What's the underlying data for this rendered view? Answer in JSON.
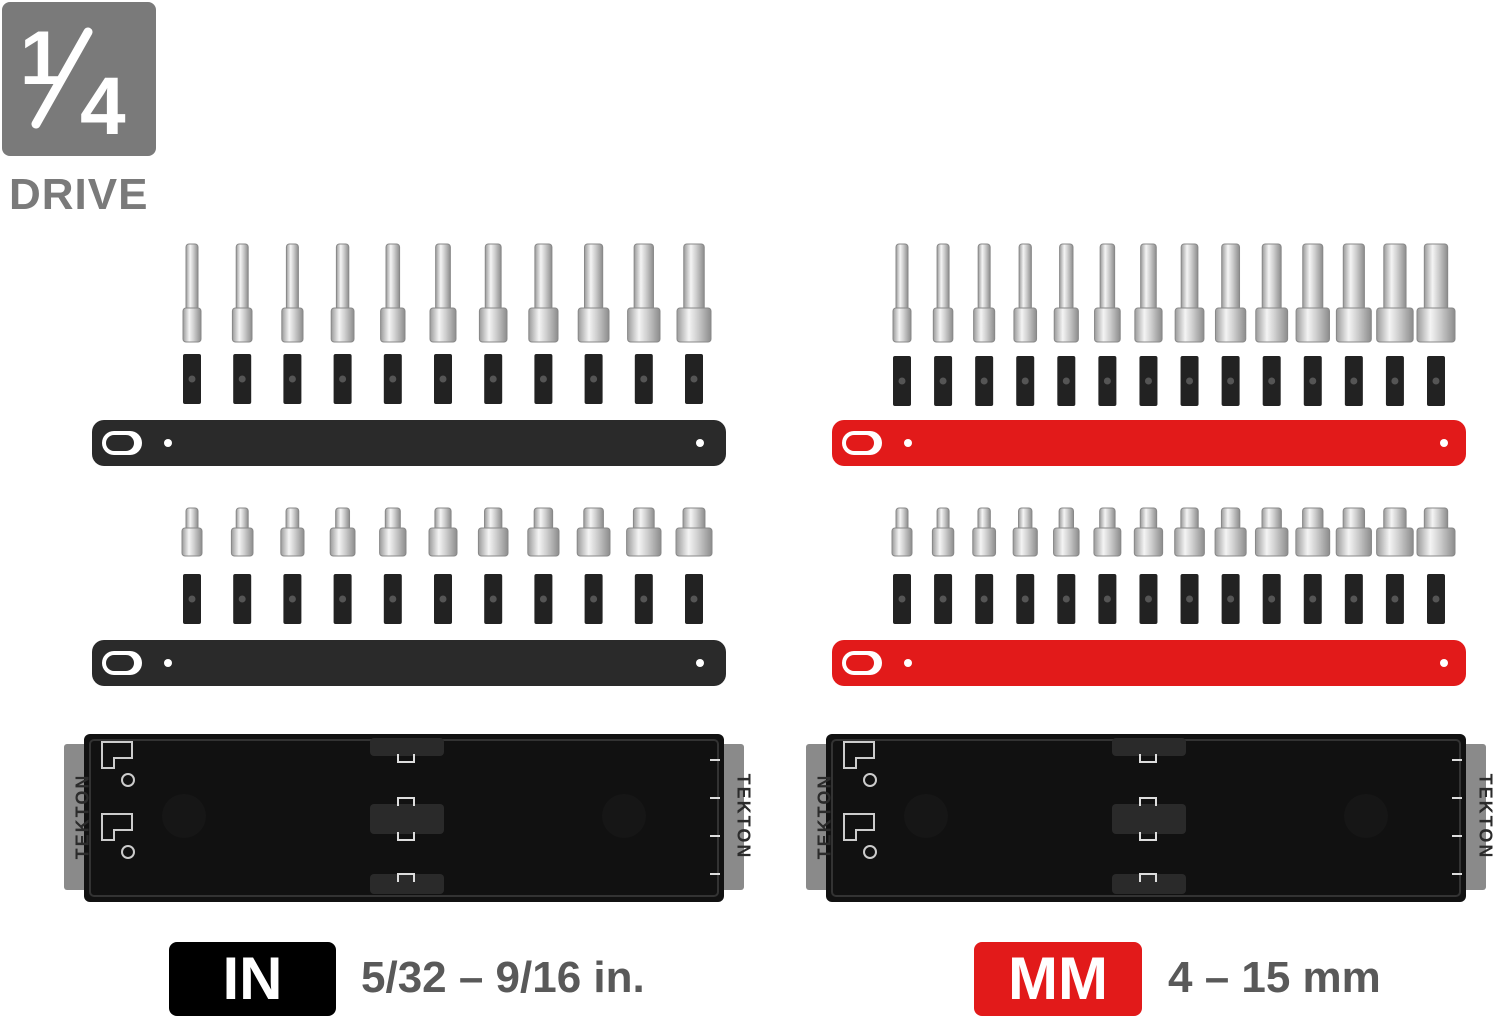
{
  "badge": {
    "fraction": "1/4",
    "numerator": "1",
    "denominator": "4",
    "label": "DRIVE"
  },
  "brand": "TEKTON",
  "sets": [
    {
      "unit": "IN",
      "range": "5/32 – 9/16 in.",
      "rail_color": "#2a2a2a",
      "badge_color": "#000000",
      "socket_count": 11
    },
    {
      "unit": "MM",
      "range": "4 – 15 mm",
      "rail_color": "#e21a1a",
      "badge_color": "#e21a1a",
      "socket_count": 14
    }
  ],
  "colors": {
    "badge_gray": "#7a7a7a",
    "socket_metal": "#d8d8d8",
    "clip_black": "#222222",
    "tray_black": "#111111"
  }
}
